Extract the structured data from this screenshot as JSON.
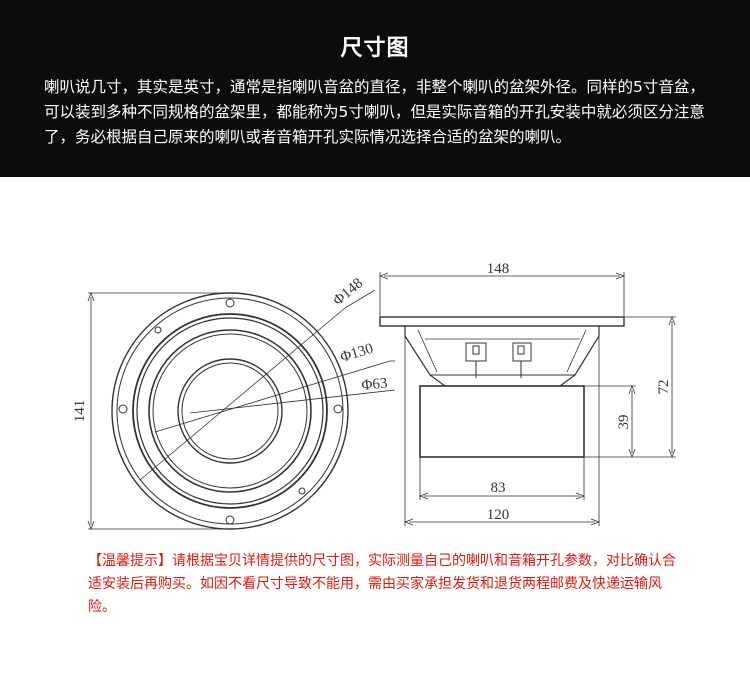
{
  "header": {
    "title": "尺寸图",
    "description": "喇叭说几寸，其实是英寸，通常是指喇叭音盆的直径，非整个喇叭的盆架外径。同样的5寸音盆，可以装到多种不同规格的盆架里，都能称为5寸喇叭，但是实际音箱的开孔安装中就必须区分注意了，务必根据自己原来的喇叭或者音箱开孔实际情况选择合适的盆架的喇叭。"
  },
  "diagram": {
    "front_view": {
      "outer_diameter_label": "Φ148",
      "middle_diameter_label": "Φ130",
      "inner_diameter_label": "Φ63",
      "height_label": "141"
    },
    "side_view": {
      "top_width_label": "148",
      "total_depth_label": "72",
      "magnet_depth_label": "39",
      "magnet_width_label": "83",
      "bottom_width_label": "120"
    }
  },
  "notice": {
    "text": "【温馨提示】请根据宝贝详情提供的尺寸图，实际测量自己的喇叭和音箱开孔参数，对比确认合适安装后再购买。如因不看尺寸导致不能用，需由买家承担发货和退货两程邮费及快递运输风险。"
  },
  "colors": {
    "header_bg": "#0c0c0c",
    "notice_red": "#e0190f",
    "line": "#333333"
  }
}
